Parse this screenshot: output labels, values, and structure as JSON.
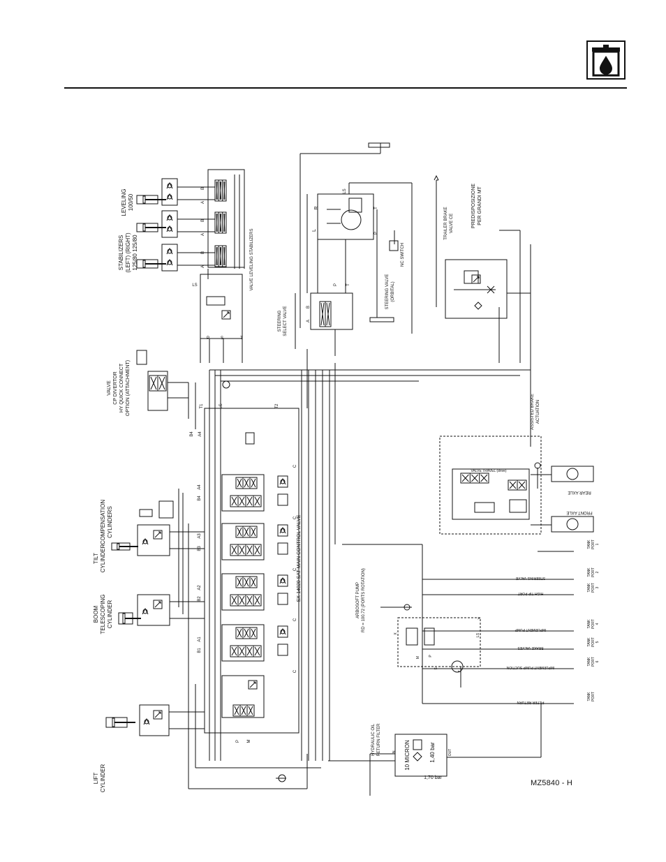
{
  "drawing_code": "MZ5840 - H",
  "header_icon": "hydraulic-fluid-drop-icon",
  "colors": {
    "ink": "#111111",
    "paper": "#ffffff"
  },
  "labels": {
    "leveling": [
      "LEVELING",
      "100/50"
    ],
    "stabilizers": [
      "STABILIZERS",
      "(LEFT)   (RIGHT)",
      "125/80    125/80"
    ],
    "valve_leveling_stabilizers": "VALVE LEVELING STABILIZERS",
    "steering_select_valve": [
      "STEERING",
      "SELECT VALVE"
    ],
    "steering_valve": [
      "STEERING VALVE",
      "(ORBITAL)"
    ],
    "nc_switch": [
      "NC SWITCH"
    ],
    "trailer_brake_valve": [
      "TRAILER BRAKE",
      "VALVE CE"
    ],
    "predisposizione": [
      "PREDISPOSIZIONE",
      "PER GRANDI MT"
    ],
    "option_attachment": [
      "VALVE",
      "CP DIVERTOR",
      "HY QUICK CONNECT",
      "OPTION (ATTACHMENT)"
    ],
    "compensation": [
      "COMPENSATION",
      "CYLINDERS"
    ],
    "tilt": [
      "TILT",
      "CYLINDER"
    ],
    "boom_telescoping": [
      "BOOM",
      "TELESCOPING",
      "CYLINDER"
    ],
    "lift": [
      "LIFT",
      "CYLINDER"
    ],
    "main_control_valve": "SX-14020 SAT MAIN CONTROL VALVE",
    "pump": [
      "ARBOSOFT PUMP",
      "RD = 100.72 (PORTS ROTATION)"
    ],
    "hydraulic_oil_return_filter": [
      "HYDRAULIC OIL",
      "RETURN FILTER"
    ],
    "filter_micron": "10 MICRON",
    "filter_bypass": "1,40 bar",
    "filter_relief": "1,70 bar",
    "filter_in": "IN",
    "filter_out": "OUT",
    "assisted_brake": [
      "ASSISTED BRAKE",
      "ACTUATION"
    ],
    "valve_travel": "VALVE TRAVEL (drive)",
    "rear_axle": "REAR AXLE",
    "front_axle": "FRONT AXLE",
    "tank_ports": [
      {
        "line": "STEERING VALVE",
        "port": "TANK PORT 2"
      },
      {
        "line": "HIGH TIP PORT",
        "port": "TANK PORT 3"
      },
      {
        "line": "IMPLEMENT PUMP",
        "port": "TANK PORT 4"
      },
      {
        "line": "BRAKE VALVES",
        "port": "TANK PORT 5"
      },
      {
        "line": "IMPLEMENT PUMP SUCTION",
        "port": "TANK PORT 6"
      },
      {
        "line": "FILTER RETURN",
        "port": "TANK PORT"
      }
    ],
    "tank_port_1": "TANK PORT 1",
    "port_letters": [
      "A",
      "B",
      "A",
      "B",
      "A",
      "B",
      "LS",
      "P",
      "S",
      "T",
      "P",
      "T",
      "L",
      "R",
      "LS",
      "T1",
      "T2",
      "P1",
      "M",
      "C"
    ]
  }
}
